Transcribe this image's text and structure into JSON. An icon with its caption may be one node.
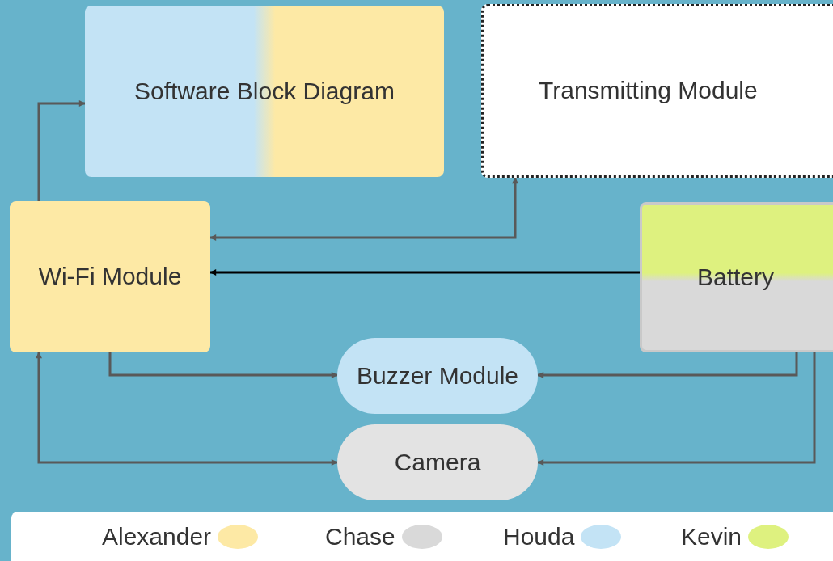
{
  "diagram": {
    "nodes": [
      {
        "text": [
          "Software Block Diagram"
        ]
      },
      {
        "text": [
          "Transmitting Module"
        ]
      },
      {
        "text": [
          "Wi-Fi Module"
        ]
      },
      {
        "text": [
          "Battery"
        ]
      },
      {
        "text": [
          "Buzzer Module"
        ]
      },
      {
        "text": [
          "Camera"
        ]
      }
    ],
    "edges": [
      {
        "from": 2,
        "to": 0,
        "arrow": "to"
      },
      {
        "from": 2,
        "to": 1,
        "arrow": "both"
      },
      {
        "from": 3,
        "to": 2,
        "arrow": "to",
        "color": "#000000"
      },
      {
        "from": 2,
        "to": 4,
        "arrow": "to"
      },
      {
        "from": 3,
        "to": 4,
        "arrow": "to"
      },
      {
        "from": 2,
        "to": 5,
        "arrow": "both"
      },
      {
        "from": 3,
        "to": 5,
        "arrow": "to"
      }
    ],
    "legend": [
      {
        "text": "Alexander",
        "color": "#fde9a5"
      },
      {
        "text": "Chase",
        "color": "#d9d9d9"
      },
      {
        "text": "Houda",
        "color": "#c3e3f5"
      },
      {
        "text": "Kevin",
        "color": "#def17f"
      }
    ]
  }
}
